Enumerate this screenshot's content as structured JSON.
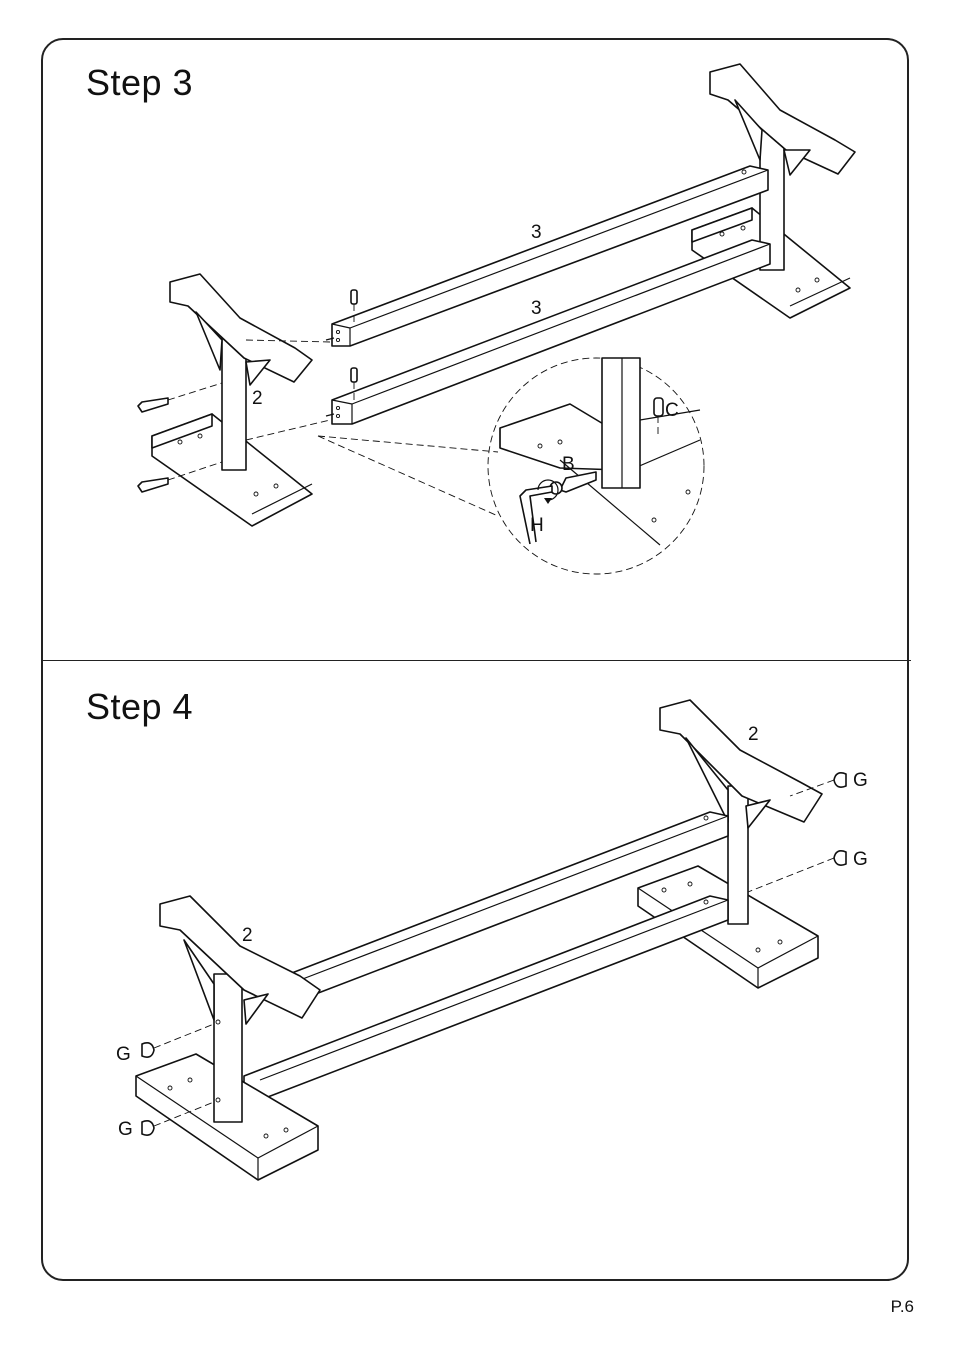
{
  "steps": [
    {
      "title": "Step  3",
      "labels": {
        "rail_top": "3",
        "rail_bottom": "3",
        "leg": "2",
        "screw": "B",
        "nut": "C",
        "wrench": "H"
      }
    },
    {
      "title": "Step  4",
      "labels": {
        "leg_back": "2",
        "leg_front": "2",
        "glide_1": "G",
        "glide_2": "G",
        "glide_3": "G",
        "glide_4": "G"
      }
    }
  ],
  "page_number": "P.6"
}
